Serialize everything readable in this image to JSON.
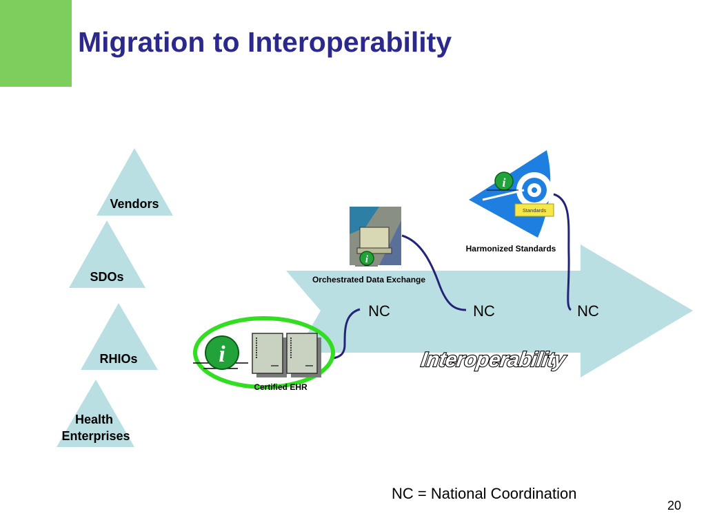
{
  "slide": {
    "title": "Migration to Interoperability",
    "footnote": "NC = National Coordination",
    "page_number": "20"
  },
  "pyramid": {
    "levels": [
      {
        "label": "Vendors"
      },
      {
        "label": "SDOs"
      },
      {
        "label": "RHIOs"
      },
      {
        "label": "Health Enterprises"
      }
    ]
  },
  "arrow": {
    "label": "Interoperability",
    "nodes": [
      "NC",
      "NC",
      "NC"
    ]
  },
  "stages": {
    "certified_ehr": "Certified EHR",
    "orchestrated_exchange": "Orchestrated Data Exchange",
    "harmonized_standards": "Harmonized Standards",
    "standards_tag": "Standards"
  },
  "info_icon_glyph": "i",
  "icons": [
    "info-icon",
    "server-icon",
    "computer-collage-icon",
    "target-icon"
  ],
  "colors": {
    "title": "#2b2a8c",
    "corner": "#7ccf5c",
    "arrow_fill": "#b9dfe3",
    "triangle_fill": "#b9dfe3",
    "connector": "#24237a",
    "highlight_ellipse": "#33dd22",
    "target_blue": "#1f7fe0"
  }
}
